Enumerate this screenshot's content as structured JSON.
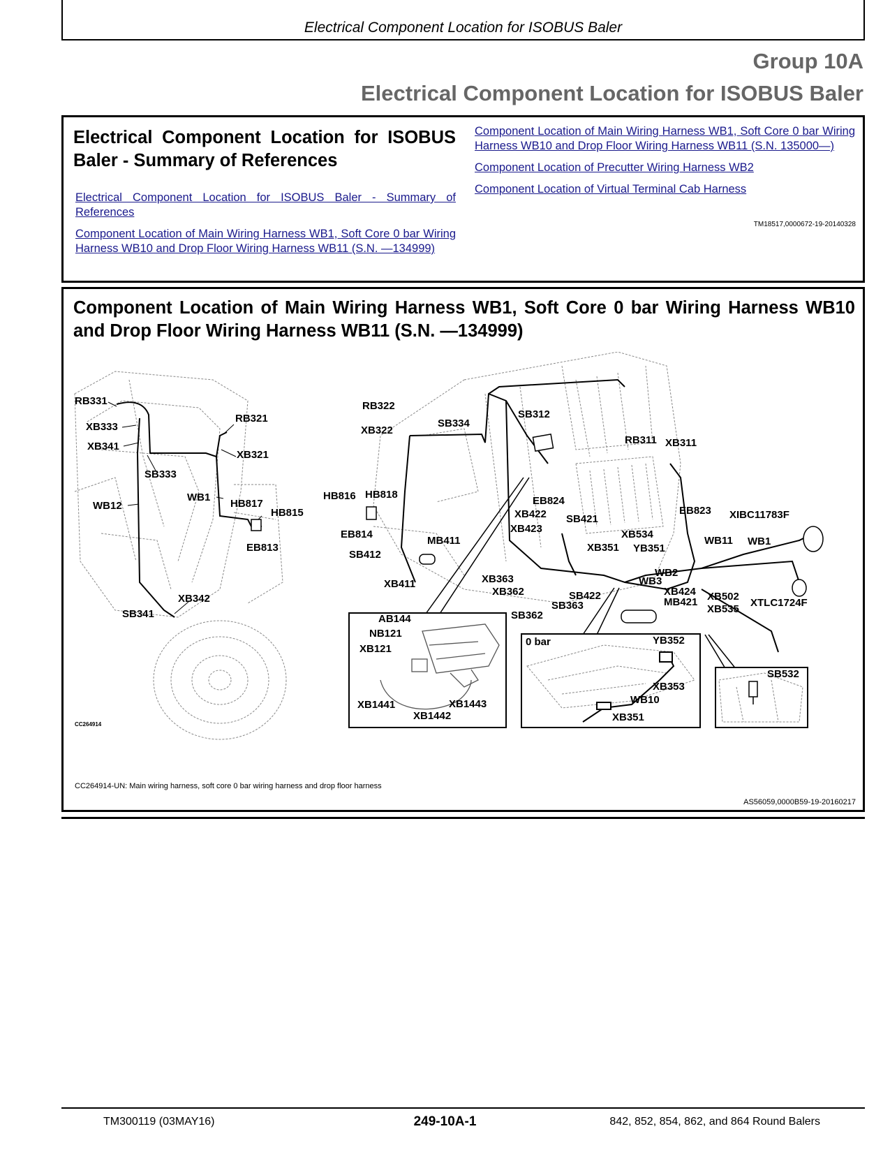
{
  "running_head": "Electrical Component Location for ISOBUS Baler",
  "group": {
    "number": "Group 10A",
    "title": "Electrical Component Location for ISOBUS Baler"
  },
  "summary": {
    "title": "Electrical Component Location for ISOBUS Baler - Summary of References",
    "links_left": [
      "Electrical Component Location for ISOBUS Baler - Summary of References",
      "Component Location of Main Wiring Harness WB1, Soft Core 0 bar Wiring Harness WB10 and Drop Floor Wiring Harness WB11 (S.N. —134999)"
    ],
    "links_right": [
      "Component Location of Main Wiring Harness WB1, Soft Core 0 bar Wiring Harness WB10 and Drop Floor Wiring Harness WB11 (S.N. 135000—)",
      "Component Location of Precutter Wiring Harness WB2",
      "Component Location of Virtual Terminal Cab Harness"
    ],
    "reference": "TM18517,0000672-19-20140328"
  },
  "section": {
    "title": "Component Location of Main Wiring Harness WB1, Soft Core 0 bar Wiring Harness WB10 and Drop Floor Wiring Harness WB11 (S.N. —134999)",
    "figure_id": "CC264914",
    "caption": "CC264914-UN: Main wiring harness, soft core 0 bar wiring harness and drop floor harness",
    "reference": "AS56059,0000B59-19-20160217",
    "inset_label": "0 bar",
    "callouts": [
      "RB331",
      "XB333",
      "XB341",
      "SB333",
      "WB12",
      "WB1",
      "RB321",
      "XB321",
      "HB817",
      "HB815",
      "EB813",
      "XB342",
      "SB341",
      "RB322",
      "XB322",
      "SB334",
      "SB312",
      "HB816",
      "HB818",
      "EB814",
      "SB412",
      "MB411",
      "XB411",
      "RB311",
      "XB311",
      "EB824",
      "XB422",
      "XB423",
      "SB421",
      "EB823",
      "XIBC11783F",
      "XB534",
      "XB351",
      "YB351",
      "WB11",
      "WB1",
      "WB2",
      "WB3",
      "XB363",
      "XB362",
      "SB422",
      "SB363",
      "SB362",
      "XB424",
      "MB421",
      "XB502",
      "XB535",
      "XTLC1724F",
      "AB144",
      "NB121",
      "XB121",
      "XB1441",
      "XB1442",
      "XB1443",
      "YB352",
      "XB353",
      "WB10",
      "XB351",
      "SB532"
    ]
  },
  "footer": {
    "left": "TM300119 (03MAY16)",
    "center": "249-10A-1",
    "right": "842, 852, 854, 862, and 864 Round Balers"
  }
}
